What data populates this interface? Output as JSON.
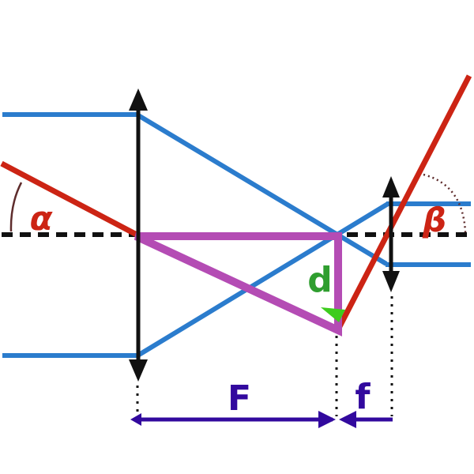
{
  "diagram": {
    "labels": {
      "alpha": "α",
      "beta": "β",
      "image_size": "d",
      "focal_length_objective": "F",
      "focal_length_eyepiece": "f"
    },
    "colors": {
      "background": "#ffffff",
      "axis": "#111111",
      "lens": "#111111",
      "ray_blue": "#2b7ccd",
      "ray_red": "#cc2414",
      "triangle_magenta": "#b44cb4",
      "label_green": "#2f9e2f",
      "arrow_green": "#3ecc1e",
      "dimension_indigo": "#32099e",
      "angle_arc": "#5e2c2c"
    }
  }
}
